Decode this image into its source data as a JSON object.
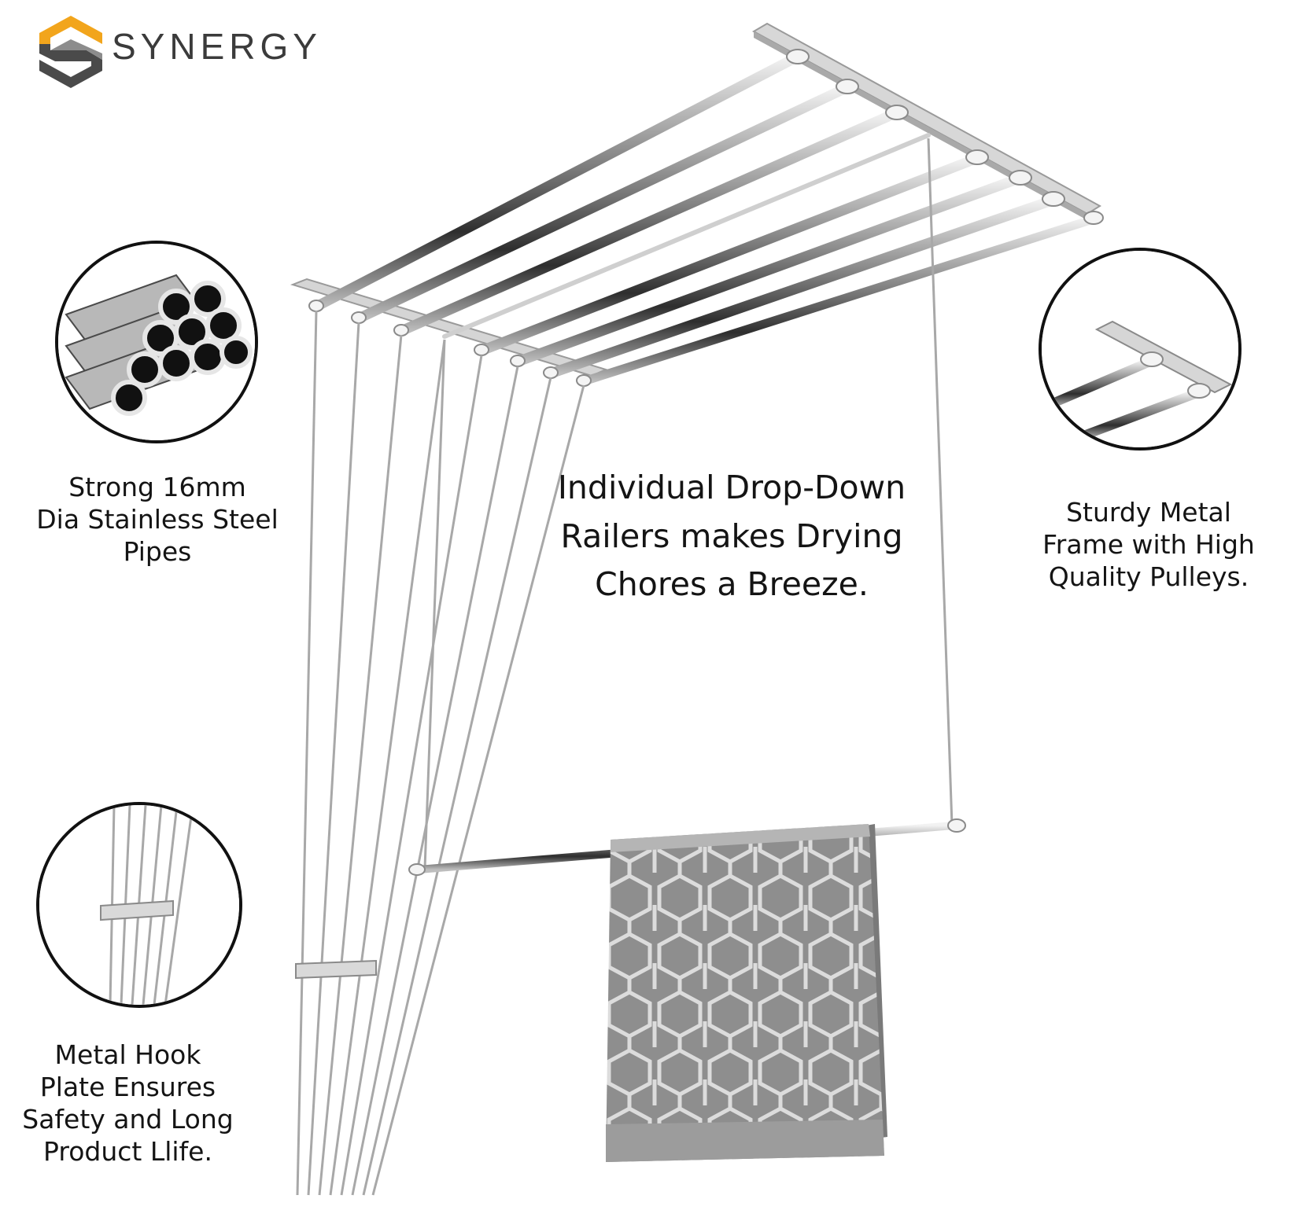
{
  "brand": {
    "name": "SYNERGY",
    "logo_colors": {
      "accent": "#f2a51c",
      "dark": "#4a4a4a",
      "mid": "#8c8c8c"
    }
  },
  "features": {
    "pipes": [
      "Strong 16mm",
      "Dia Stainless Steel",
      "Pipes"
    ],
    "drop_down": [
      "Individual Drop-Down",
      "Railers makes Drying",
      "Chores a Breeze."
    ],
    "frame": [
      "Sturdy Metal",
      "Frame with High",
      "Quality Pulleys."
    ],
    "hook_plate": [
      "Metal Hook",
      "Plate Ensures",
      "Safety and Long",
      "Product Llife."
    ]
  },
  "icons": {
    "pipes_inset": "steel-pipes-icon",
    "frame_inset": "pulley-bracket-icon",
    "hook_inset": "hook-plate-icon"
  },
  "colors": {
    "text": "#141414",
    "towel": "#8d8d8d",
    "towel_pattern": "#d9d9d9",
    "steel": "#8a8a8a"
  }
}
